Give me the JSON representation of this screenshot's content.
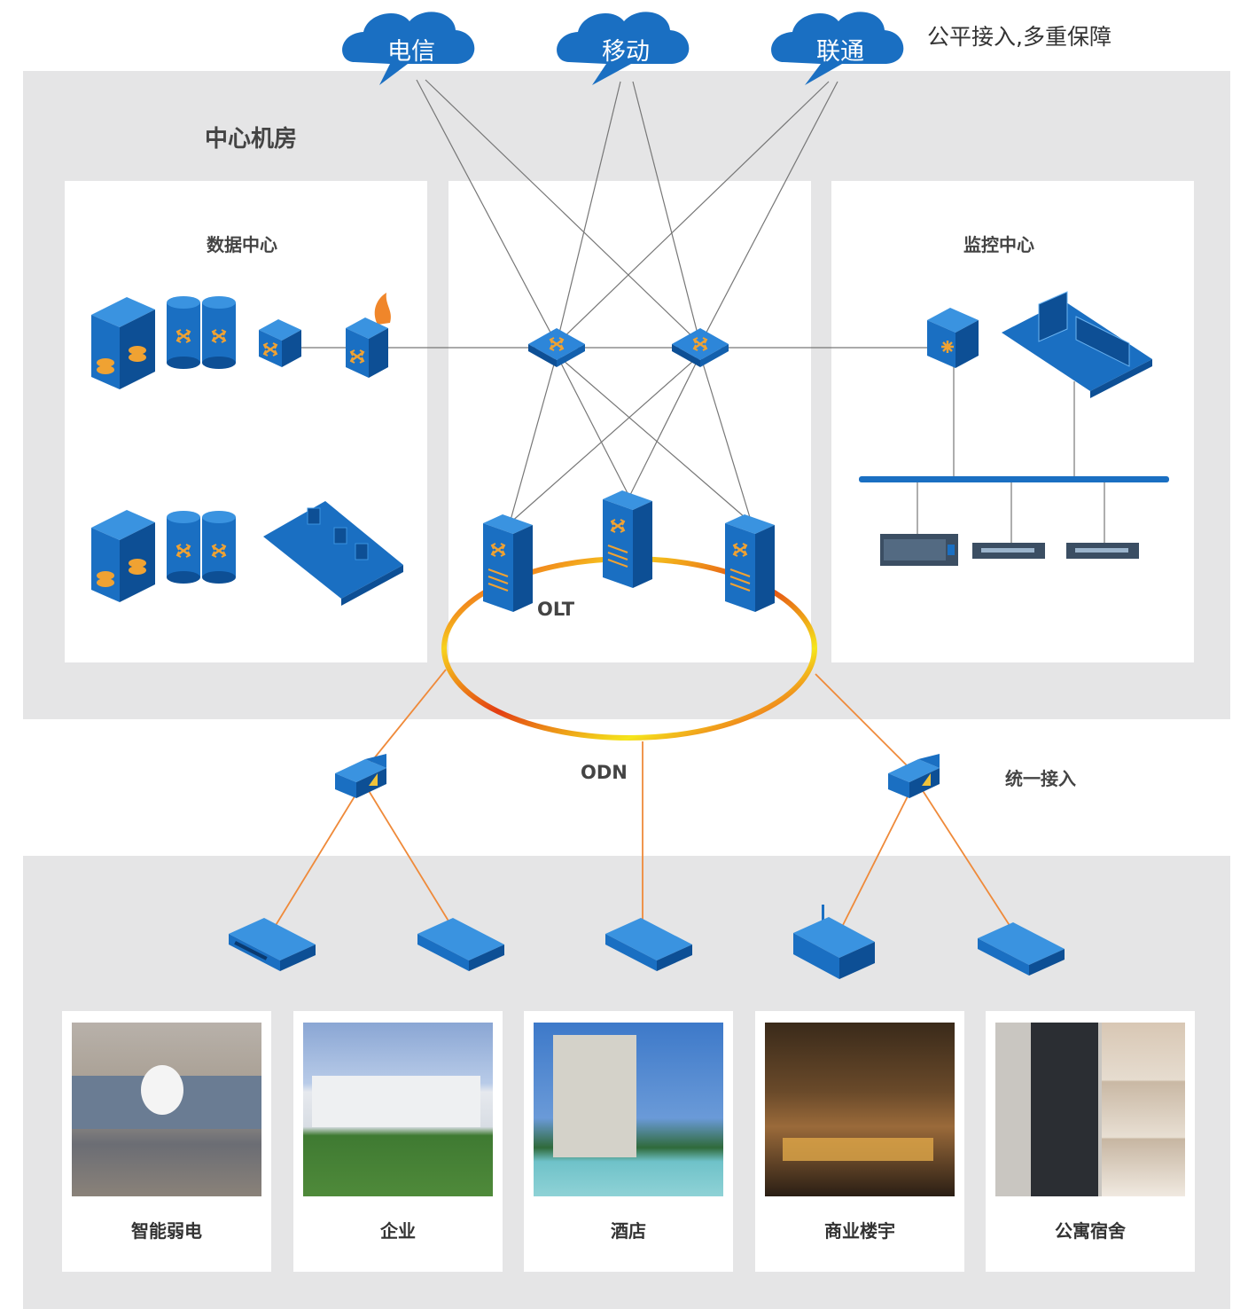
{
  "tagline": "公平接入,多重保障",
  "carriers": [
    "电信",
    "移动",
    "联通"
  ],
  "center_room": {
    "title": "中心机房",
    "data_center": "数据中心",
    "monitor_center": "监控中心"
  },
  "labels": {
    "olt": "OLT",
    "odn": "ODN",
    "unified_access": "统一接入"
  },
  "sites": [
    "智能弱电",
    "企业",
    "酒店",
    "商业楼宇",
    "公寓宿舍"
  ],
  "colors": {
    "device_blue": "#1a6fc2",
    "device_dark": "#0d4f95",
    "accent_orange": "#f0a232",
    "fiber_orange": "#ef8a3a",
    "band_gray": "#e5e5e6"
  }
}
